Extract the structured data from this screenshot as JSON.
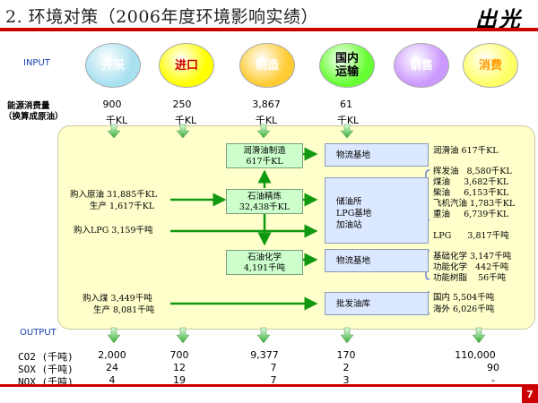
{
  "title": "2. 环境对策（2006年度环境影响实绩）",
  "logo": "出光",
  "page_number": "7",
  "input_label": "INPUT",
  "output_label": "OUTPUT",
  "stages": [
    {
      "label": "开采",
      "color": "#a8e0f0",
      "text_color": "#ffffff"
    },
    {
      "label": "进口",
      "color": "#ffff00",
      "text_color": "#cc0000"
    },
    {
      "label": "制造",
      "color": "#ffcc33",
      "text_color": "#ffffff"
    },
    {
      "label": "国内\n运输",
      "color": "#66ff33",
      "text_color": "#000000"
    },
    {
      "label": "销售",
      "color": "#cc99ff",
      "text_color": "#ffffff"
    },
    {
      "label": "消费",
      "color": "#ffff66",
      "text_color": "#ff9900"
    }
  ],
  "energy_label_1": "能源消费量",
  "energy_label_2": "（换算成原油）",
  "energy": [
    {
      "value": "900",
      "unit": "千KL"
    },
    {
      "value": "250",
      "unit": "千KL"
    },
    {
      "value": "3,867",
      "unit": "千KL"
    },
    {
      "value": "61",
      "unit": "千KL"
    }
  ],
  "boxes": {
    "lube_plant": "润滑油制造\n617千KL",
    "refining": "石油精炼\n32,438千KL",
    "petrochem": "石油化学\n4,191千吨",
    "logistics_1": "物流基地",
    "storage": "储油所\nLPG基地\n加油站",
    "logistics_2": "物流基地",
    "wholesale": "批发油库"
  },
  "inputs": {
    "crude_1": "购入原油 31,885千KL",
    "crude_2": "生产   1,617千KL",
    "lpg": "购入LPG 3,159千吨",
    "coal_1": "购入煤 3,449千吨",
    "coal_2": "生产 8,081千吨"
  },
  "products": {
    "lube": "润滑油  617千KL",
    "refined": [
      "挥发油   8,580千KL",
      "煤油     3,682千KL",
      "柴油     6,153千KL",
      "飞机汽油 1,783千KL",
      "重油     6,739千KL"
    ],
    "lpg": "LPG      3,817千吨",
    "chem": [
      "基础化学 3,147千吨",
      "功能化学   442千吨",
      "功能树脂    56千吨"
    ],
    "coal": [
      "国内 5,504千吨",
      "海外 6,026千吨"
    ]
  },
  "emissions": [
    {
      "label": "CO2 (千吨)",
      "values": [
        "2,000",
        "700",
        "9,377",
        "170",
        "110,000"
      ]
    },
    {
      "label": "SOX (千吨)",
      "values": [
        "24",
        "12",
        "7",
        "2",
        "90"
      ]
    },
    {
      "label": "NOX (千吨)",
      "values": [
        "4",
        "19",
        "7",
        "3",
        "-"
      ]
    }
  ]
}
